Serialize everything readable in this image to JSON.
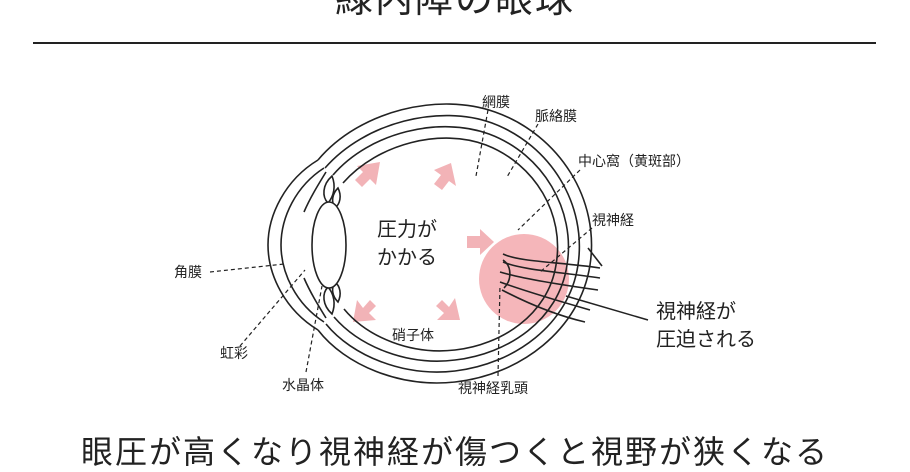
{
  "title": "緑内障の眼球",
  "caption": "眼圧が高くなり視神経が傷つくと視野が狭くなる",
  "labels": {
    "retina": "網膜",
    "choroid": "脈絡膜",
    "fovea": "中心窩（黄斑部）",
    "optic_nerve": "視神経",
    "cornea": "角膜",
    "iris": "虹彩",
    "lens": "水晶体",
    "vitreous": "硝子体",
    "optic_disc": "視神経乳頭"
  },
  "annotations": {
    "pressure_line1": "圧力が",
    "pressure_line2": "かかる",
    "compressed_line1": "視神経が",
    "compressed_line2": "圧迫される"
  },
  "colors": {
    "line": "#222222",
    "pressure_arrow": "#f2b3b7",
    "pressure_area": "#f3a9ae"
  }
}
